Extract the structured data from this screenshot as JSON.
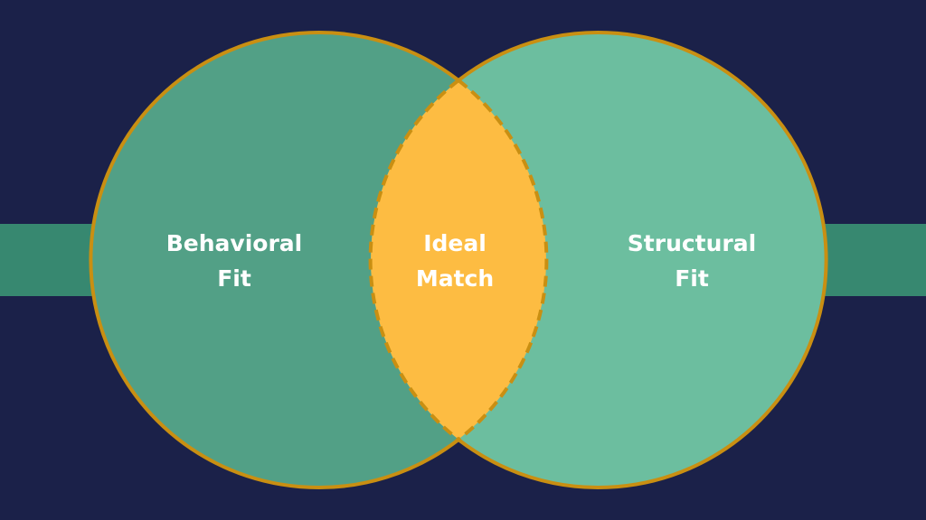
{
  "diagram": {
    "type": "venn",
    "left_circle": {
      "line1": "Behavioral",
      "line2": "Fit"
    },
    "right_circle": {
      "line1": "Structural",
      "line2": "Fit"
    },
    "intersection": {
      "line1": "Ideal",
      "line2": "Match"
    }
  },
  "colors": {
    "background": "#1b2149",
    "band": "#378870",
    "left_circle_fill": "#52a086",
    "right_circle_fill": "#6cbe9f",
    "intersection_fill": "#fdbc42",
    "outline": "#c98f12"
  }
}
